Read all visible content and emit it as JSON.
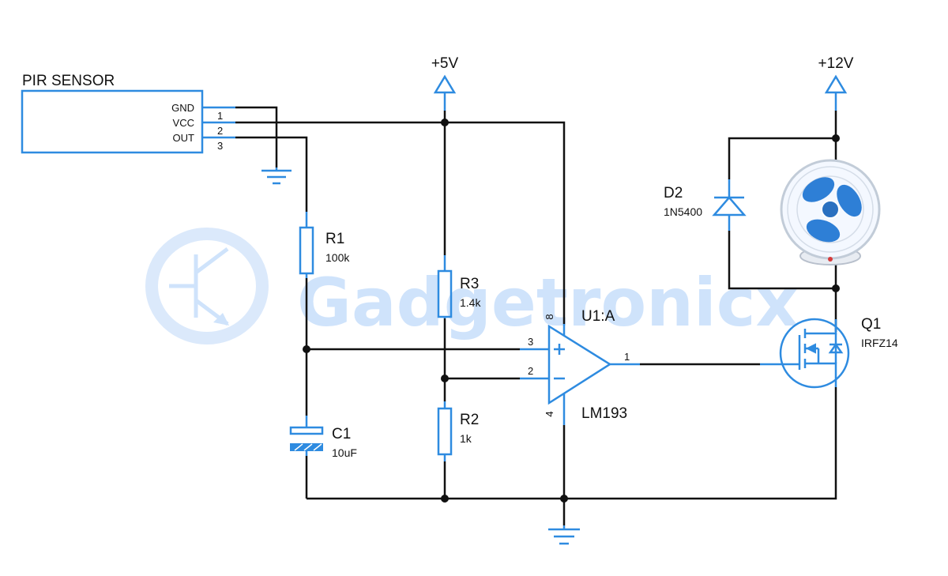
{
  "pir": {
    "title": "PIR SENSOR",
    "pins": [
      "GND",
      "VCC",
      "OUT"
    ],
    "pin_numbers": [
      "1",
      "2",
      "3"
    ]
  },
  "rails": {
    "v5": "+5V",
    "v12": "+12V"
  },
  "r1": {
    "ref": "R1",
    "value": "100k"
  },
  "r3": {
    "ref": "R3",
    "value": "1.4k"
  },
  "r2": {
    "ref": "R2",
    "value": "1k"
  },
  "c1": {
    "ref": "C1",
    "value": "10uF"
  },
  "u1": {
    "ref": "U1:A",
    "part": "LM193",
    "pin_plus": "3",
    "pin_minus": "2",
    "pin_out": "1",
    "pin_vcc": "8",
    "pin_gnd": "4"
  },
  "d2": {
    "ref": "D2",
    "part": "1N5400"
  },
  "q1": {
    "ref": "Q1",
    "part": "IRFZ14"
  },
  "watermark": {
    "text": "Gadgetronicx"
  },
  "colors": {
    "wire": "#111111",
    "component": "#2e8be0",
    "watermark": "#cfe3fb"
  },
  "icons": {
    "fan": "table-fan-icon",
    "logo": "transistor-logo-icon"
  }
}
